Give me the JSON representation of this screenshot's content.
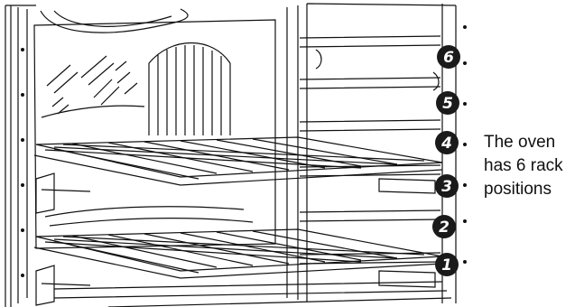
{
  "caption": {
    "lines": [
      "The oven",
      "has 6 rack",
      "positions"
    ]
  },
  "rack_positions": [
    {
      "label": "6"
    },
    {
      "label": "5"
    },
    {
      "label": "4"
    },
    {
      "label": "3"
    },
    {
      "label": "2"
    },
    {
      "label": "1"
    }
  ],
  "colors": {
    "line": "#111111",
    "badge": "#1a1a1a",
    "badge_text": "#ffffff",
    "background": "#ffffff"
  }
}
